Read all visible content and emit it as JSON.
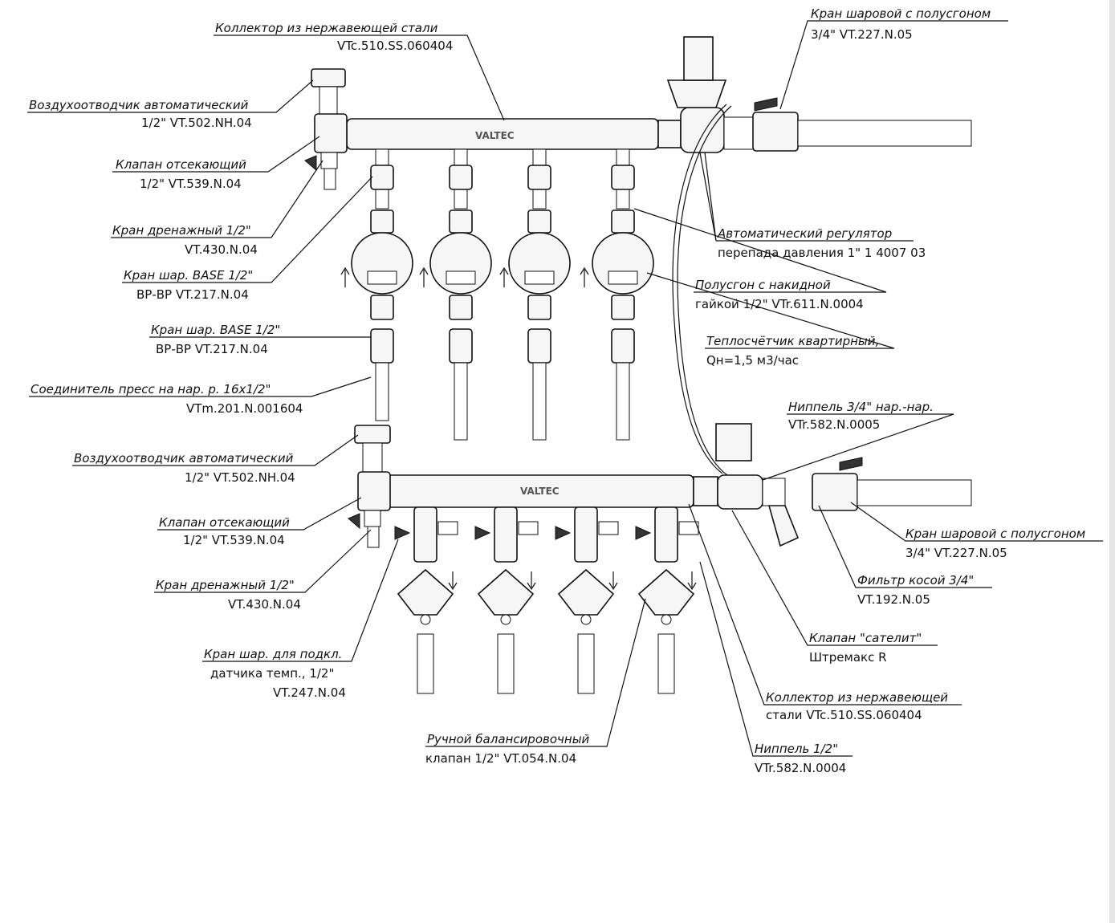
{
  "logo": "VALTEC",
  "labels": [
    {
      "id": "top-collector",
      "line1": "Коллектор из нержавеющей стали",
      "line2": "VTc.510.SS.060404"
    },
    {
      "id": "top-ball-valve",
      "line1": "Кран шаровой с полусгоном",
      "line2": "3/4\"  VT.227.N.05"
    },
    {
      "id": "top-air-vent",
      "line1": "Воздухоотводчик автоматический",
      "line2": "1/2\"  VT.502.NH.04"
    },
    {
      "id": "top-cutoff-valve",
      "line1": "Клапан отсекающий",
      "line2": "1/2\"  VT.539.N.04"
    },
    {
      "id": "top-drain-valve",
      "line1": "Кран дренажный 1/2\"",
      "line2": "VT.430.N.04"
    },
    {
      "id": "ball-valve-base-1",
      "line1": "Кран шар. BASE 1/2\"",
      "line2": "ВР-ВР  VT.217.N.04"
    },
    {
      "id": "ball-valve-base-2",
      "line1": "Кран шар. BASE 1/2\"",
      "line2": "ВР-ВР  VT.217.N.04"
    },
    {
      "id": "press-connector",
      "line1": "Соединитель пресс на  нар. р. 16х1/2\"",
      "line2": "VTm.201.N.001604"
    },
    {
      "id": "pressure-regulator",
      "line1": "Автоматический регулятор",
      "line2": "перепада давления 1\"    1 4007 03"
    },
    {
      "id": "half-union",
      "line1": "Полусгон с накидной",
      "line2": "гайкой 1/2\"  VTr.611.N.0004"
    },
    {
      "id": "heat-meter",
      "line1": "Теплосчётчик квартирный,",
      "line2": "Qн=1,5 м3/час"
    },
    {
      "id": "nipple-3-4",
      "line1": "Ниппель 3/4\" нар.-нар.",
      "line2": "VTr.582.N.0005"
    },
    {
      "id": "bottom-air-vent",
      "line1": "Воздухоотводчик автоматический",
      "line2": "1/2\"  VT.502.NH.04"
    },
    {
      "id": "bottom-cutoff-valve",
      "line1": "Клапан отсекающий",
      "line2": "1/2\"  VT.539.N.04"
    },
    {
      "id": "bottom-ball-valve",
      "line1": "Кран шаровой с полусгоном",
      "line2": "3/4\"  VT.227.N.05"
    },
    {
      "id": "bottom-drain-valve",
      "line1": "Кран дренажный 1/2\"",
      "line2": "VT.430.N.04"
    },
    {
      "id": "oblique-filter",
      "line1": "Фильтр косой 3/4\"",
      "line2": "VT.192.N.05"
    },
    {
      "id": "satellite-valve",
      "line1": "Клапан \"сателит\"",
      "line2": "Штремакс R"
    },
    {
      "id": "sensor-ball-valve",
      "line1": "Кран шар. для подкл.",
      "line2": "датчика темп., 1/2\"",
      "line3": "VT.247.N.04"
    },
    {
      "id": "bottom-collector",
      "line1": "Коллектор из нержавеющей",
      "line2": "стали  VTc.510.SS.060404"
    },
    {
      "id": "balancing-valve",
      "line1": "Ручной балансировочный",
      "line2": "клапан 1/2\"  VT.054.N.04"
    },
    {
      "id": "nipple-1-2",
      "line1": "Ниппель 1/2\"",
      "line2": "VTr.582.N.0004"
    }
  ]
}
